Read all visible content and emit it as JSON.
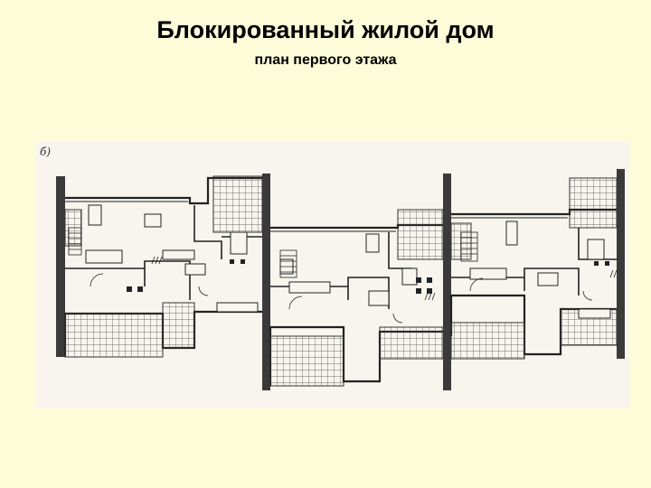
{
  "slide": {
    "title": "Блокированный жилой дом",
    "subtitle": "план первого этажа"
  },
  "plan": {
    "label": "б)",
    "units": 3
  }
}
